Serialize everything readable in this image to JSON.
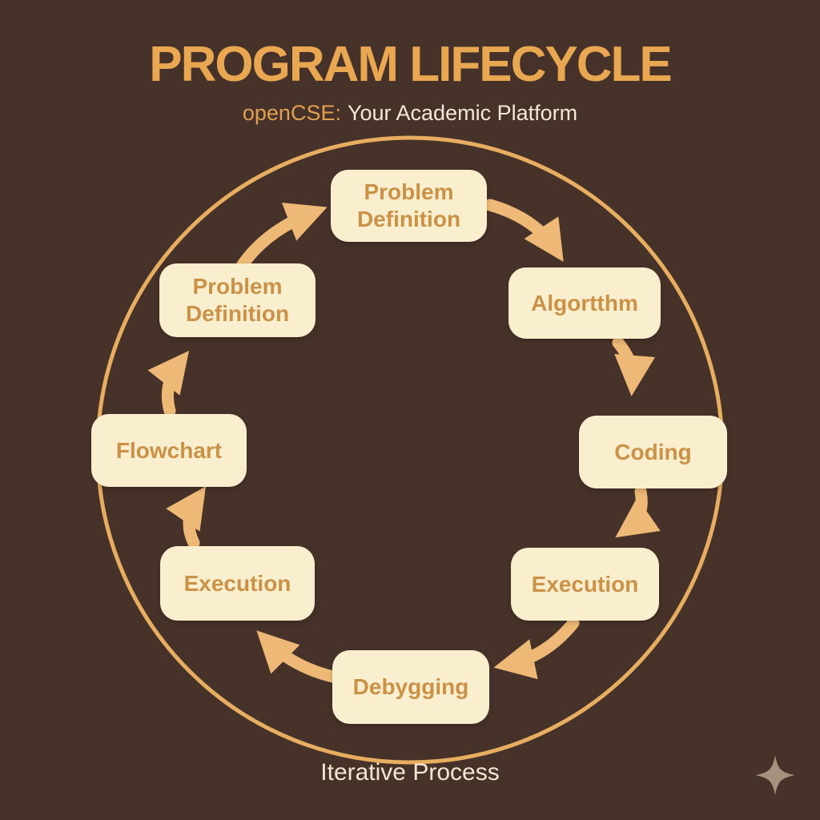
{
  "header": {
    "title": "PROGRAM LIFECYCLE",
    "subtitle_brand": "openCSE:",
    "subtitle_rest": "Your Academic Platform"
  },
  "nodes": [
    {
      "id": "top",
      "label": "Problem Definition"
    },
    {
      "id": "top-right",
      "label": "Algortthm"
    },
    {
      "id": "right",
      "label": "Coding"
    },
    {
      "id": "bottom-right",
      "label": "Execution"
    },
    {
      "id": "bottom",
      "label": "Debygging"
    },
    {
      "id": "bottom-left",
      "label": "Execution"
    },
    {
      "id": "left",
      "label": "Flowchart"
    },
    {
      "id": "top-left",
      "label": "Problem Definition"
    }
  ],
  "flow": [
    {
      "from": "top",
      "to": "top-right"
    },
    {
      "from": "top-right",
      "to": "right"
    },
    {
      "from": "right",
      "to": "bottom-right"
    },
    {
      "from": "bottom-right",
      "to": "bottom"
    },
    {
      "from": "bottom",
      "to": "bottom-left"
    },
    {
      "from": "bottom-left",
      "to": "left"
    },
    {
      "from": "left",
      "to": "top-left"
    },
    {
      "from": "top-left",
      "to": "top"
    }
  ],
  "footer": {
    "label": "Iterative Process"
  },
  "icons": {
    "sparkle": "sparkle-icon"
  },
  "colors": {
    "background": "#473229",
    "title_gold": "#e9a751",
    "subtitle_brand_gold": "#dfa052",
    "cream_text": "#f2e8d6",
    "node_fill": "#f9efce",
    "node_text": "#cb9147",
    "circle_stroke": "#e7ad60",
    "arrow": "#eeb976",
    "sparkle": "#a7917e"
  }
}
